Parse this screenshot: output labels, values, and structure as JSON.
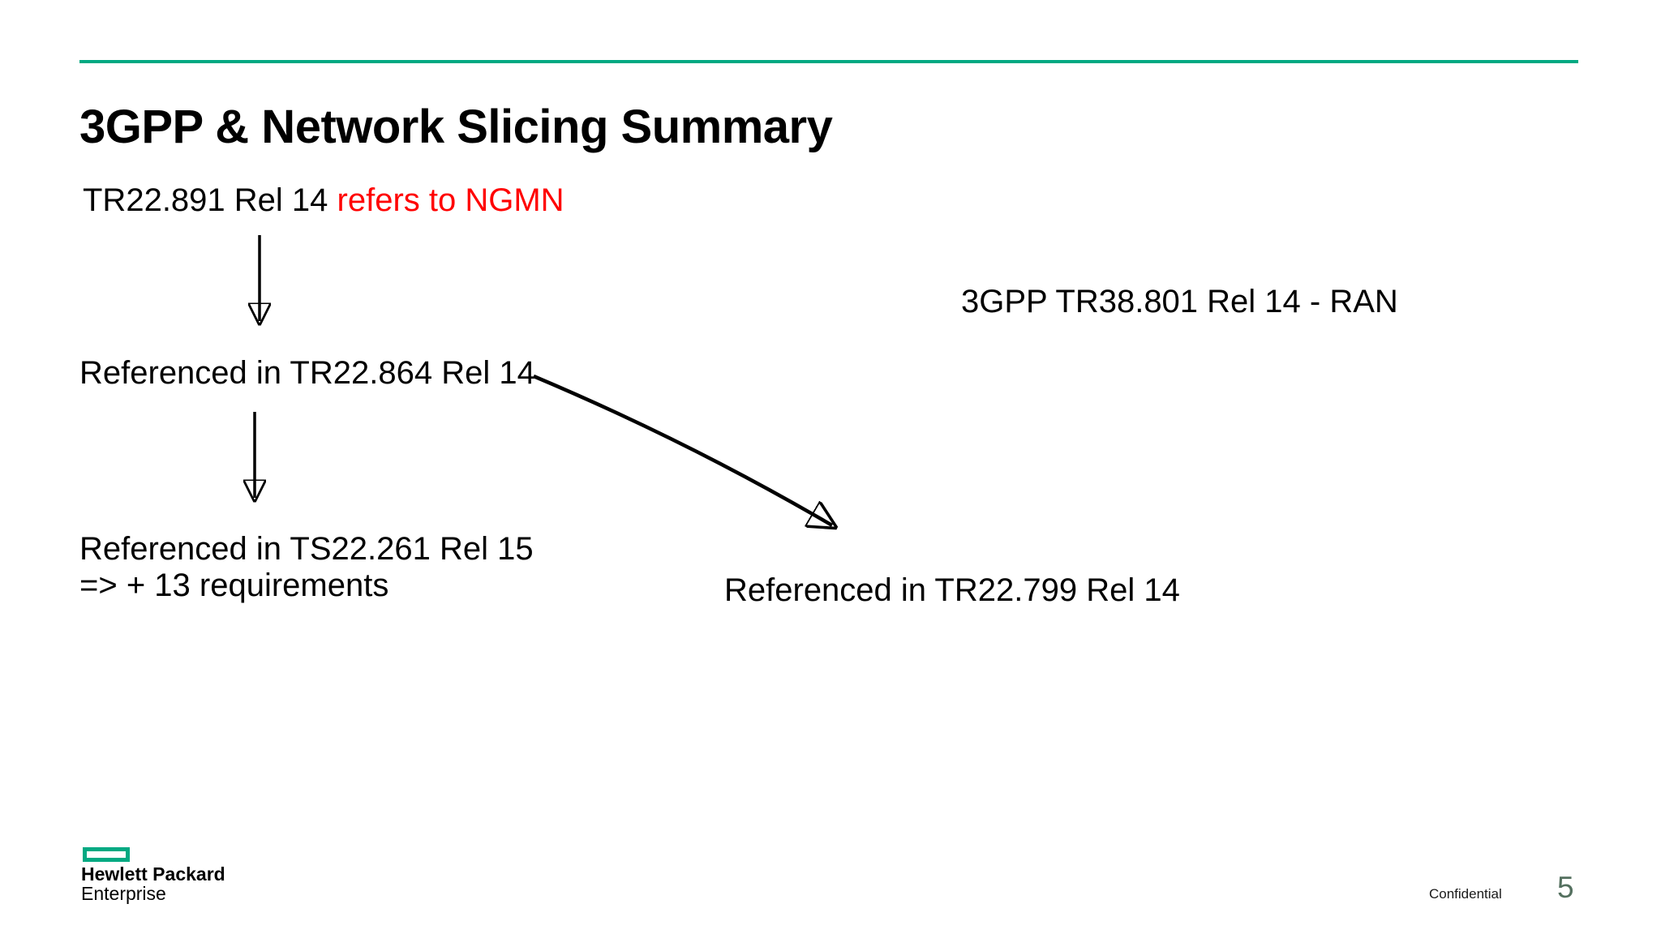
{
  "colors": {
    "accent": "#01A982",
    "red": "#FF0000",
    "pagenum": "#54705F",
    "text": "#000000",
    "bg": "#FFFFFF"
  },
  "header": {
    "title": "3GPP & Network Slicing Summary"
  },
  "diagram": {
    "node1": {
      "prefix": "TR22.891 Rel 14 ",
      "highlight": "refers to NGMN"
    },
    "node2": {
      "label": "Referenced in TR22.864 Rel 14"
    },
    "node3": {
      "line1": "Referenced in TS22.261 Rel 15",
      "line2": "=> + 13 requirements"
    },
    "node4": {
      "label": "Referenced in TR22.799 Rel 14"
    },
    "side_note": {
      "label": "3GPP TR38.801 Rel 14 - RAN"
    }
  },
  "footer": {
    "logo": {
      "line1": "Hewlett Packard",
      "line2": "Enterprise"
    },
    "confidential": "Confidential",
    "page_number": "5"
  }
}
